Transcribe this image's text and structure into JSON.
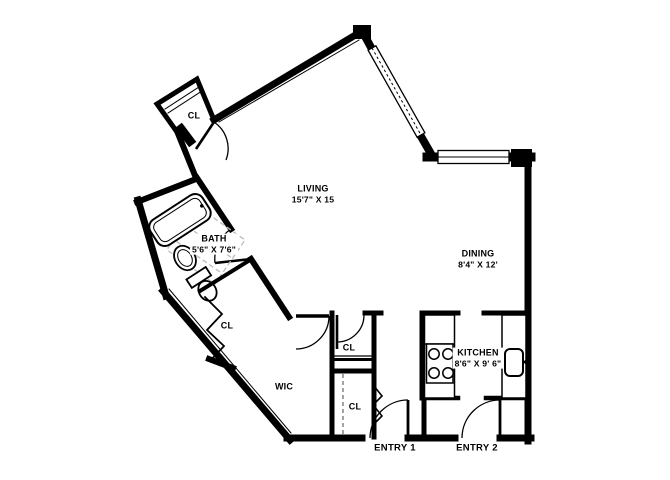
{
  "plan": {
    "rooms": {
      "living": {
        "name": "LIVING",
        "dims": "15'7\" X 15"
      },
      "dining": {
        "name": "DINING",
        "dims": "8'4\" X 12'"
      },
      "bath": {
        "name": "BATH",
        "dims": "5'6\" X 7'6\""
      },
      "kitchen": {
        "name": "KITCHEN",
        "dims": "8'6\" X 9' 6\""
      },
      "wic": {
        "name": "WIC"
      }
    },
    "closets": {
      "top": "CL",
      "hall": "CL",
      "center_upper": "CL",
      "center_lower": "CL"
    },
    "entries": {
      "entry1": "ENTRY 1",
      "entry2": "ENTRY 2"
    },
    "colors": {
      "walls": "#000000",
      "background": "#ffffff",
      "bath_dashes": "#bcbcbc"
    }
  }
}
